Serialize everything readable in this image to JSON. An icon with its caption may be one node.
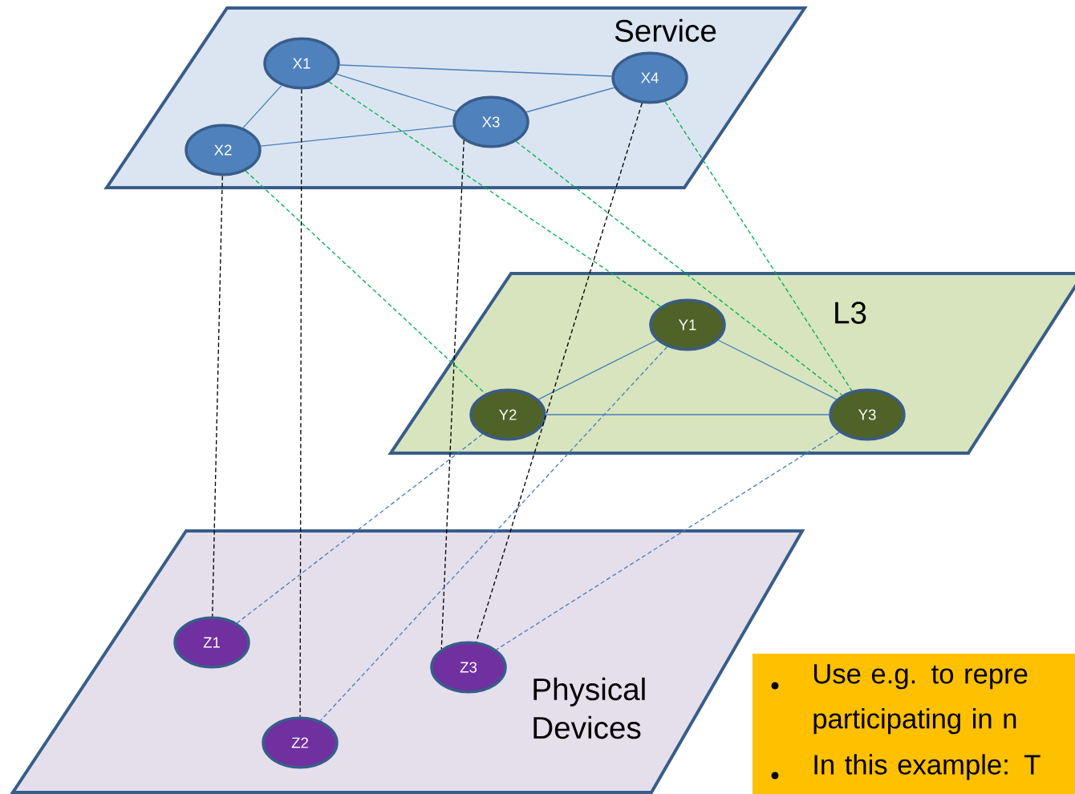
{
  "diagram": {
    "nodes": [
      {
        "text": [
          "Service"
        ]
      },
      {
        "text": [
          "X1"
        ],
        "in": 0
      },
      {
        "text": [
          "X2"
        ],
        "in": 0
      },
      {
        "text": [
          "X3"
        ],
        "in": 0
      },
      {
        "text": [
          "X4"
        ],
        "in": 0
      },
      {
        "text": [
          "L3"
        ]
      },
      {
        "text": [
          "Y1"
        ],
        "in": 5
      },
      {
        "text": [
          "Y2"
        ],
        "in": 5
      },
      {
        "text": [
          "Y3"
        ],
        "in": 5
      },
      {
        "text": [
          "Physical Devices"
        ]
      },
      {
        "text": [
          "Z1"
        ],
        "in": 9
      },
      {
        "text": [
          "Z2"
        ],
        "in": 9
      },
      {
        "text": [
          "Z3"
        ],
        "in": 9
      },
      {
        "text": [
          "Use e.g. to repre participating in n",
          "In this example: T"
        ]
      }
    ],
    "edges": [
      {
        "from": 1,
        "to": 2,
        "arrow": "none"
      },
      {
        "from": 1,
        "to": 4,
        "arrow": "none"
      },
      {
        "from": 1,
        "to": 3,
        "arrow": "none"
      },
      {
        "from": 2,
        "to": 3,
        "arrow": "none"
      },
      {
        "from": 3,
        "to": 4,
        "arrow": "none"
      },
      {
        "from": 6,
        "to": 7,
        "arrow": "none"
      },
      {
        "from": 6,
        "to": 8,
        "arrow": "none"
      },
      {
        "from": 7,
        "to": 8,
        "arrow": "none"
      },
      {
        "from": 2,
        "to": 10,
        "arrow": "none",
        "style": "dashed",
        "color": "#000000"
      },
      {
        "from": 1,
        "to": 11,
        "arrow": "none",
        "style": "dashed",
        "color": "#000000"
      },
      {
        "from": 3,
        "to": 12,
        "arrow": "none",
        "style": "dashed",
        "color": "#000000"
      },
      {
        "from": 4,
        "to": 12,
        "arrow": "none",
        "style": "dashed",
        "color": "#000000"
      },
      {
        "from": 2,
        "to": 7,
        "arrow": "none",
        "style": "dashed",
        "color": "#00b050"
      },
      {
        "from": 1,
        "to": 6,
        "arrow": "none",
        "style": "dashed",
        "color": "#00b050"
      },
      {
        "from": 3,
        "to": 8,
        "arrow": "none",
        "style": "dashed",
        "color": "#00b050"
      },
      {
        "from": 4,
        "to": 8,
        "arrow": "none",
        "style": "dashed",
        "color": "#00b050"
      },
      {
        "from": 7,
        "to": 10,
        "arrow": "none",
        "style": "dashed"
      },
      {
        "from": 6,
        "to": 11,
        "arrow": "none",
        "style": "dashed"
      },
      {
        "from": 8,
        "to": 12,
        "arrow": "none",
        "style": "dashed"
      }
    ]
  }
}
